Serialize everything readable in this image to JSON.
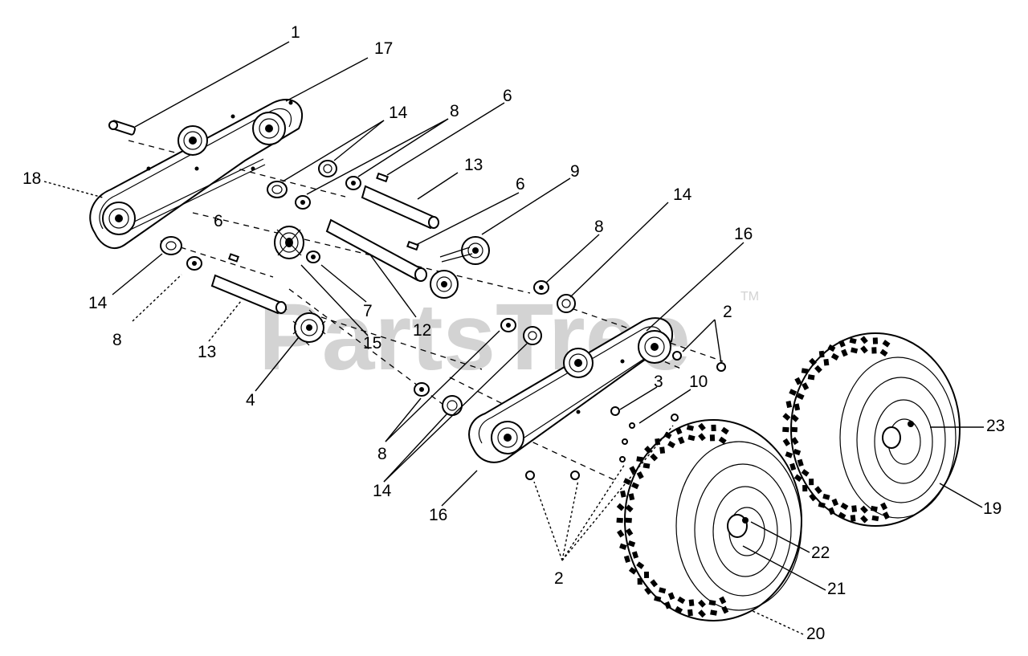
{
  "watermark": {
    "text": "PartsTree",
    "trademark": "TM"
  },
  "callouts": [
    {
      "id": "c1",
      "text": "1"
    },
    {
      "id": "c17",
      "text": "17"
    },
    {
      "id": "c18",
      "text": "18"
    },
    {
      "id": "c14a",
      "text": "14"
    },
    {
      "id": "c8a",
      "text": "8"
    },
    {
      "id": "c6a",
      "text": "6"
    },
    {
      "id": "c13a",
      "text": "13"
    },
    {
      "id": "c6b",
      "text": "6"
    },
    {
      "id": "c9",
      "text": "9"
    },
    {
      "id": "c14b",
      "text": "14"
    },
    {
      "id": "c6c",
      "text": "6"
    },
    {
      "id": "c8b",
      "text": "8"
    },
    {
      "id": "c16a",
      "text": "16"
    },
    {
      "id": "c14c",
      "text": "14"
    },
    {
      "id": "c8c",
      "text": "8"
    },
    {
      "id": "c13b",
      "text": "13"
    },
    {
      "id": "c7",
      "text": "7"
    },
    {
      "id": "c15",
      "text": "15"
    },
    {
      "id": "c12",
      "text": "12"
    },
    {
      "id": "c4",
      "text": "4"
    },
    {
      "id": "c2a",
      "text": "2"
    },
    {
      "id": "c3",
      "text": "3"
    },
    {
      "id": "c10",
      "text": "10"
    },
    {
      "id": "c8d",
      "text": "8"
    },
    {
      "id": "c14d",
      "text": "14"
    },
    {
      "id": "c16b",
      "text": "16"
    },
    {
      "id": "c23",
      "text": "23"
    },
    {
      "id": "c19",
      "text": "19"
    },
    {
      "id": "c22",
      "text": "22"
    },
    {
      "id": "c21",
      "text": "21"
    },
    {
      "id": "c2b",
      "text": "2"
    },
    {
      "id": "c20",
      "text": "20"
    }
  ]
}
